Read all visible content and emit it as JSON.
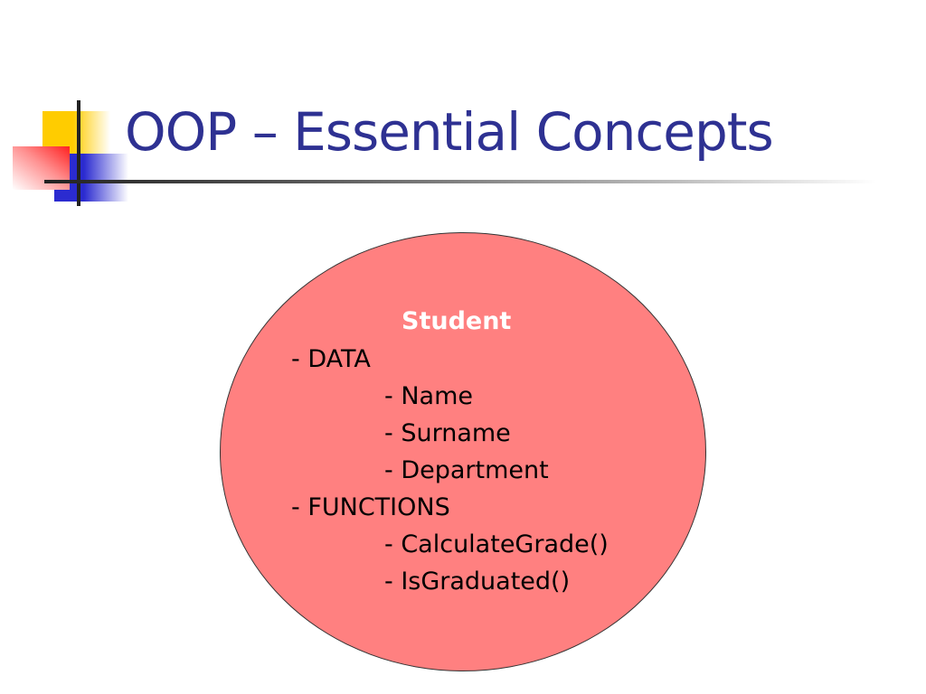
{
  "slide": {
    "title": "OOP – Essential Concepts",
    "diagram": {
      "heading": "Student",
      "lines": [
        {
          "text": "- DATA",
          "level": 0
        },
        {
          "text": "- Name",
          "level": 1
        },
        {
          "text": "- Surname",
          "level": 1
        },
        {
          "text": "- Department",
          "level": 1
        },
        {
          "text": "- FUNCTIONS",
          "level": 0
        },
        {
          "text": "- CalculateGrade()",
          "level": 1
        },
        {
          "text": "- IsGraduated()",
          "level": 1
        }
      ],
      "fill_color": "#ff8080"
    },
    "title_color": "#2e3192"
  }
}
